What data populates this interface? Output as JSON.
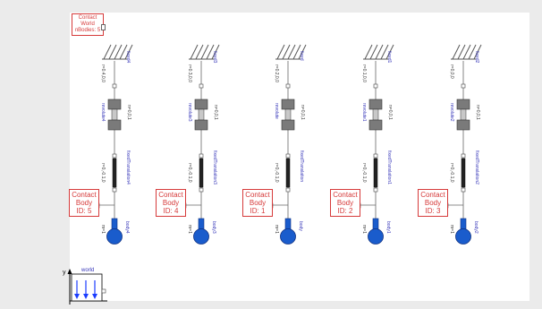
{
  "world_contact": {
    "line1": "Contact",
    "line2": "World",
    "line3": "nBodies: 5"
  },
  "world": {
    "label": "world",
    "y_axis": "y"
  },
  "columns": [
    {
      "fixed_label": "fixed4",
      "fixed_param": "r=0.4,0,0",
      "revolute_label": "revolute4",
      "revolute_param": "n=0,0,1",
      "prismatic_label": "fixedTranslation4",
      "prismatic_param": "r=0,-0.1,0",
      "body_label": "body4",
      "body_param": "m=1",
      "contact_title": "Contact",
      "contact_body": "Body",
      "contact_id": "ID: 5"
    },
    {
      "fixed_label": "fixed3",
      "fixed_param": "r=0.3,0,0",
      "revolute_label": "revolute3",
      "revolute_param": "n=0,0,1",
      "prismatic_label": "fixedTranslation3",
      "prismatic_param": "r=0,-0.1,0",
      "body_label": "body3",
      "body_param": "m=1",
      "contact_title": "Contact",
      "contact_body": "Body",
      "contact_id": "ID: 4"
    },
    {
      "fixed_label": "fixed",
      "fixed_param": "r=0.2,0,0",
      "revolute_label": "revolute",
      "revolute_param": "n=0,0,1",
      "prismatic_label": "fixedTranslation",
      "prismatic_param": "r=0,-0.1,0",
      "body_label": "body",
      "body_param": "m=1",
      "contact_title": "Contact",
      "contact_body": "Body",
      "contact_id": "ID: 1"
    },
    {
      "fixed_label": "fixed1",
      "fixed_param": "r=0.1,0,0",
      "revolute_label": "revolute1",
      "revolute_param": "n=0,0,1",
      "prismatic_label": "fixedTranslation1",
      "prismatic_param": "r=0,-0.1,0",
      "body_label": "body1",
      "body_param": "m=1",
      "contact_title": "Contact",
      "contact_body": "Body",
      "contact_id": "ID: 2"
    },
    {
      "fixed_label": "fixed2",
      "fixed_param": "r=0,0,0",
      "revolute_label": "revolute2",
      "revolute_param": "n=0,0,1",
      "prismatic_label": "fixedTranslation2",
      "prismatic_param": "r=0,-0.1,0",
      "body_label": "body2",
      "body_param": "m=1",
      "contact_title": "Contact",
      "contact_body": "Body",
      "contact_id": "ID: 3"
    }
  ],
  "colors": {
    "contact": "#d63a3a",
    "label": "#3434b8",
    "body": "#1a5ccc",
    "ground_hatch": "#555555",
    "world_arrow": "#1a3cff"
  }
}
